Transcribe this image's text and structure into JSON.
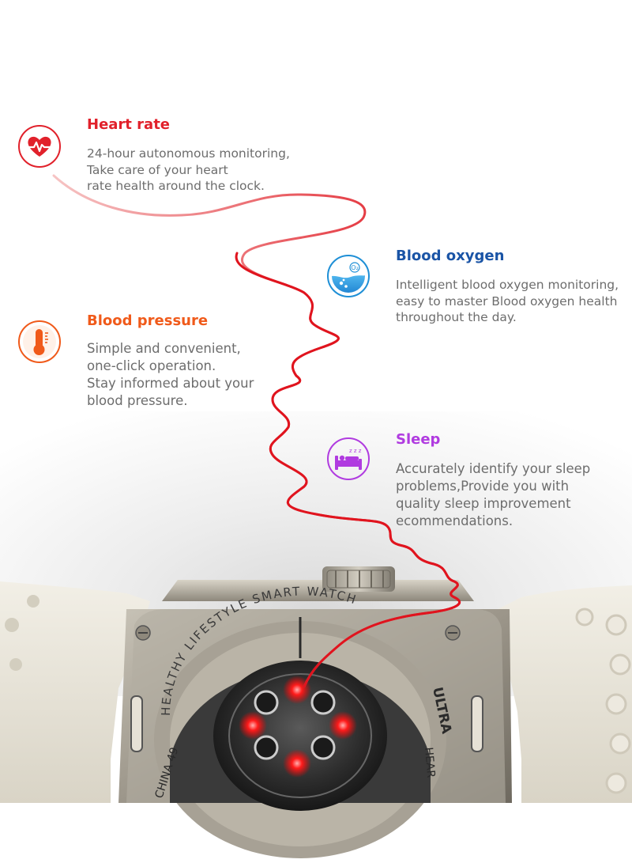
{
  "features": {
    "heart_rate": {
      "title": "Heart rate",
      "lines": [
        "24-hour autonomous monitoring,",
        "Take care of your heart",
        "rate health around the clock."
      ],
      "icon": "heart-pulse-icon",
      "color": "#e1212b"
    },
    "blood_pressure": {
      "title": "Blood pressure",
      "lines": [
        "Simple and convenient,",
        "one-click operation.",
        "Stay informed about your",
        "blood pressure."
      ],
      "icon": "thermometer-icon",
      "color": "#f05a1a"
    },
    "blood_oxygen": {
      "title": "Blood oxygen",
      "lines": [
        "Intelligent blood oxygen monitoring,",
        "easy to master Blood oxygen health",
        "throughout the day."
      ],
      "icon": "oxygen-drop-icon",
      "icon_text": "O₂",
      "color": "#1a54a6"
    },
    "sleep": {
      "title": "Sleep",
      "lines": [
        "Accurately identify your sleep",
        "problems,Provide you with",
        "quality sleep improvement",
        "ecommendations."
      ],
      "icon": "sleeping-bed-icon",
      "icon_text": "z z z",
      "color": "#b03be0"
    }
  },
  "watch": {
    "engraving_arc": "HEALTHY LIFESTYLE SMART WATCH",
    "model": "ULTRA",
    "model_suffix": "HEAR",
    "left_text": "CHINA 49"
  },
  "accent_line_color": "#e0141e"
}
